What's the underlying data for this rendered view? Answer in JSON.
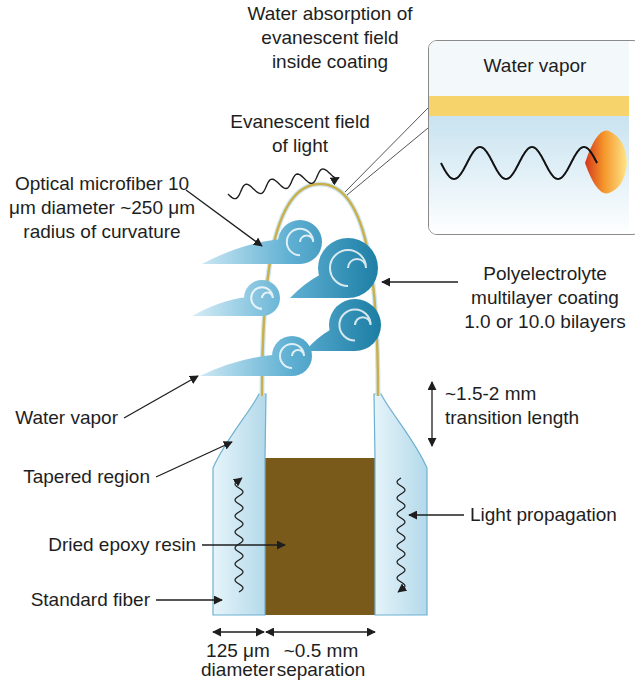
{
  "diagram": {
    "nodes": [
      {
        "text": [
          "Water vapor"
        ]
      }
    ],
    "labels": [
      "Water absorption of evanescent field inside coating",
      "Evanescent field of light",
      "Optical microfiber 10 μm diameter ~250 μm radius of curvature",
      "Polyelectrolyte multilayer coating 1.0 or 10.0 bilayers",
      "~1.5-2 mm transition length",
      "Water vapor",
      "Tapered region",
      "Light propagation",
      "Dried epoxy resin",
      "Standard fiber",
      "125 μm diameter",
      "~0.5 mm separation"
    ]
  }
}
